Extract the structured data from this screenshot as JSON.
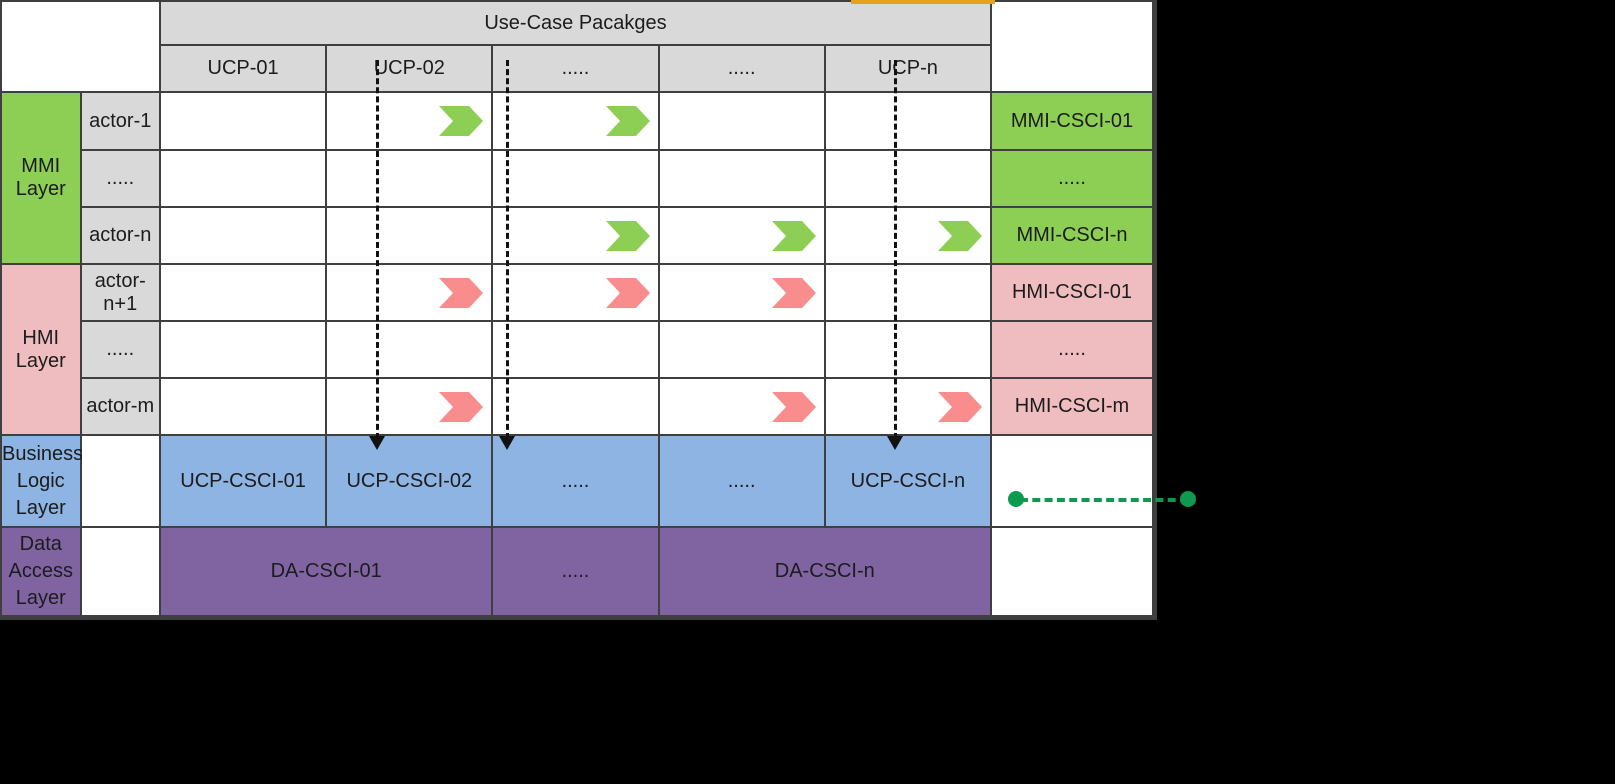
{
  "diagram": {
    "title": "Use-Case Packages to CSCI allocation matrix",
    "colors": {
      "mmi_green": "#8DCE54",
      "hmi_pink": "#EFBDBF",
      "business_blue": "#8DB4E3",
      "data_purple": "#8064A2",
      "header_gray": "#d9d9d9",
      "arrow_green": "#8DCE54",
      "arrow_pink": "#F98D8D",
      "link_green": "#0D9A4E",
      "accent_orange": "#E8A11B",
      "border": "#3f3f3f"
    }
  },
  "header": {
    "group_label": "Use-Case Pacakges",
    "columns": [
      "UCP-01",
      "UCP-02",
      ".....",
      ".....",
      "UCP-n"
    ],
    "corner_left_label": "",
    "corner_right_label": ""
  },
  "layers": [
    {
      "name": "MMI Layer",
      "style": "mmi"
    },
    {
      "name": "HMI Layer",
      "style": "hmi"
    },
    {
      "name": "Business Logic\nLayer",
      "style": "bll"
    },
    {
      "name": "Data Access\nLayer",
      "style": "dal"
    }
  ],
  "rows": [
    {
      "actor": "actor-1",
      "csci": "MMI-CSCI-01",
      "csci_style": "green",
      "arrows": [
        "none",
        "right",
        "right",
        "center",
        "none"
      ],
      "arrow_color": "green"
    },
    {
      "actor": ".....",
      "csci": ".....",
      "csci_style": "green",
      "arrows": [
        "none",
        "none",
        "none",
        "none",
        "none"
      ],
      "arrow_color": "green"
    },
    {
      "actor": "actor-n",
      "csci": "MMI-CSCI-n",
      "csci_style": "green",
      "arrows": [
        "none",
        "none",
        "right",
        "center",
        "right"
      ],
      "arrow_color": "green"
    },
    {
      "actor": "actor-n+1",
      "csci": "HMI-CSCI-01",
      "csci_style": "pink",
      "arrows": [
        "none",
        "right",
        "right",
        "center",
        "none"
      ],
      "arrow_color": "pink"
    },
    {
      "actor": ".....",
      "csci": ".....",
      "csci_style": "pink",
      "arrows": [
        "none",
        "none",
        "none",
        "none",
        "none"
      ],
      "arrow_color": "pink"
    },
    {
      "actor": "actor-m",
      "csci": "HMI-CSCI-m",
      "csci_style": "pink",
      "arrows": [
        "none",
        "right",
        "none",
        "center",
        "right"
      ],
      "arrow_color": "pink"
    }
  ],
  "business_row": {
    "cells": [
      "UCP-CSCI-01",
      "UCP-CSCI-02",
      ".....",
      ".....",
      "UCP-CSCI-n"
    ],
    "actor_cell": "",
    "right_cell": ""
  },
  "data_row": {
    "cells": [
      {
        "label": "DA-CSCI-01",
        "span": 2
      },
      {
        "label": ".....",
        "span": 1
      },
      {
        "label": "DA-CSCI-n",
        "span": 2
      }
    ],
    "actor_cell": "",
    "right_cell": ""
  },
  "connectors": {
    "vertical_dashed_from_columns": [
      "UCP-01",
      "UCP-02",
      "UCP-n"
    ],
    "vertical_target": "Business Logic Layer",
    "green_link_label": ""
  }
}
